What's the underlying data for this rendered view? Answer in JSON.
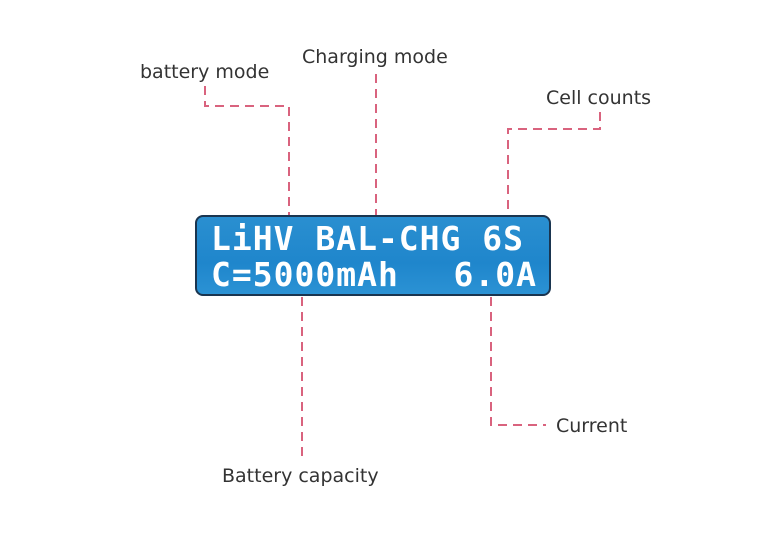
{
  "labels": {
    "battery_mode": "battery mode",
    "charging_mode": "Charging mode",
    "cell_counts": "Cell counts",
    "current": "Current",
    "battery_capacity": "Battery capacity"
  },
  "lcd": {
    "line1_left": "LiHV BAL-CHG 6S",
    "line1_right": "",
    "line2_left": "C=5000mAh",
    "line2_right": "6.0A"
  },
  "colors": {
    "leader": "#d9637e",
    "lcd_background": "#1f86cc",
    "lcd_text": "#ffffff",
    "label_text": "#333333"
  }
}
